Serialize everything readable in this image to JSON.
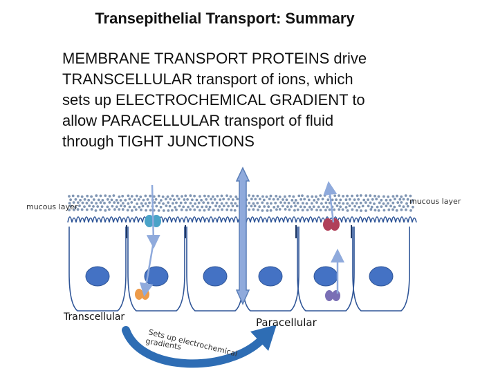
{
  "title": "Transepithelial Transport: Summary",
  "body_lines": [
    "MEMBRANE TRANSPORT PROTEINS drive",
    "TRANSCELLULAR transport of ions, which",
    "sets up ELECTROCHEMICAL GRADIENT to",
    "allow PARACELLULAR transport of fluid",
    "through TIGHT JUNCTIONS"
  ],
  "labels": {
    "mucous_left": "mucous layer",
    "mucous_right": "mucous layer",
    "transcellular": "Transcellular",
    "paracellular": "Paracellular",
    "gradient_line1": "Sets up electrochemical",
    "gradient_line2": "gradients"
  },
  "colors": {
    "mucus_dots": "#7f95b3",
    "microvilli": "#2f5597",
    "cell_outline": "#2f5597",
    "nucleus": "#4472c4",
    "arrow": "#8faadc",
    "curved_arrow": "#2e6db4",
    "transporter_teal": "#4aa3c8",
    "transporter_red": "#b0405a",
    "transporter_orange": "#ed9b4a",
    "transporter_purple": "#7a6fb5"
  }
}
